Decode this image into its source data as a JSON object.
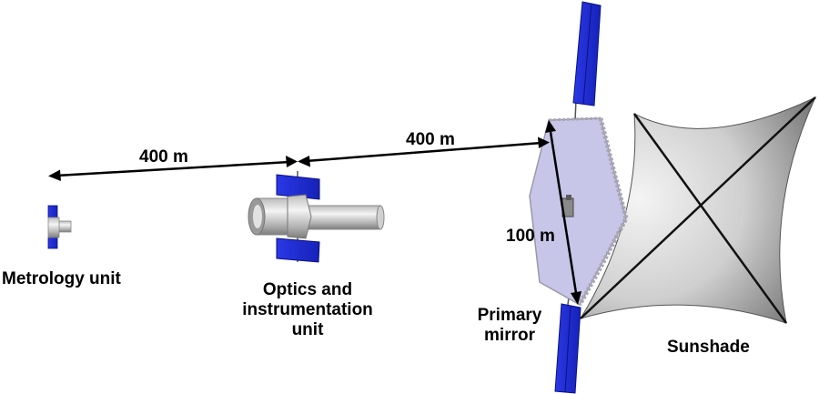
{
  "distances": {
    "metrology_to_optics": "400 m",
    "optics_to_mirror": "400 m",
    "mirror_diameter": "100 m"
  },
  "labels": {
    "metrology": "Metrology unit",
    "optics_line1": "Optics and",
    "optics_line2": "instrumentation",
    "optics_line3": "unit",
    "mirror_line1": "Primary",
    "mirror_line2": "mirror",
    "sunshade": "Sunshade"
  },
  "colors": {
    "solar_panel": "#1f2fd6",
    "mirror_fill": "#c8c6e8",
    "mirror_edge": "#9a98a8",
    "sunshade_light": "#f2f2f2",
    "sunshade_dark": "#707070",
    "cylinder_light": "#f4f4f4",
    "cylinder_dark": "#8a8a8a"
  }
}
